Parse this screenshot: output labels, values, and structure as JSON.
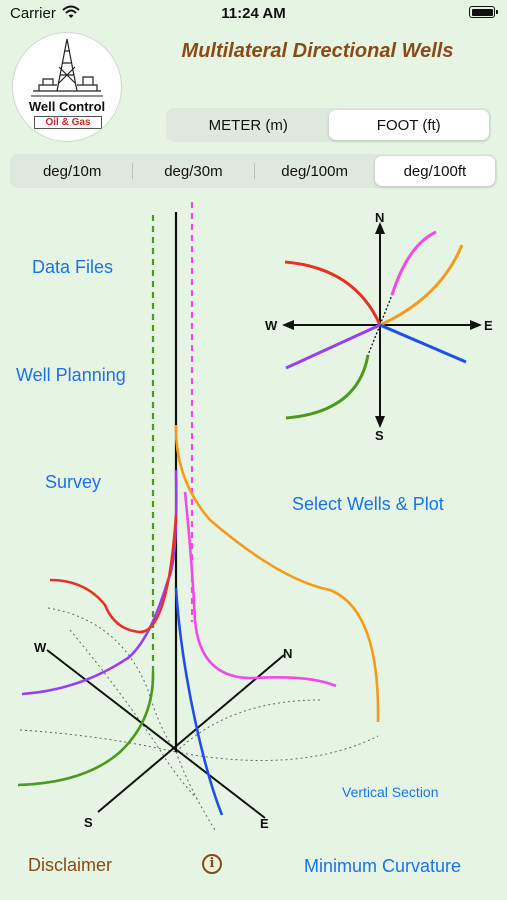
{
  "status_bar": {
    "carrier": "Carrier",
    "time": "11:24 AM"
  },
  "logo": {
    "line1": "Well Control",
    "line2": "Oil & Gas"
  },
  "header": {
    "title": "Multilateral Directional Wells"
  },
  "unit_toggle": {
    "options": [
      "METER (m)",
      "FOOT (ft)"
    ],
    "selected": "FOOT (ft)"
  },
  "rate_toggle": {
    "options": [
      "deg/10m",
      "deg/30m",
      "deg/100m",
      "deg/100ft"
    ],
    "selected": "deg/100ft"
  },
  "menu": {
    "data_files": "Data Files",
    "well_planning": "Well Planning",
    "survey": "Survey",
    "select_wells": "Select Wells & Plot"
  },
  "compass": {
    "n": "N",
    "s": "S",
    "e": "E",
    "w": "W"
  },
  "plot3d": {
    "w": "W",
    "n": "N",
    "s": "S",
    "e": "E",
    "vertical_section": "Vertical Section"
  },
  "footer": {
    "disclaimer": "Disclaimer",
    "info": "i",
    "minimum_curvature": "Minimum Curvature"
  },
  "colors": {
    "background": "#e6f5e3",
    "title": "#8a4a14",
    "link": "#1a73e8",
    "red": "#e53224",
    "magenta": "#f24ae8",
    "orange": "#f59a1a",
    "purple": "#9a3ff0",
    "blue": "#1f4fe8",
    "green": "#4a9a1c"
  }
}
